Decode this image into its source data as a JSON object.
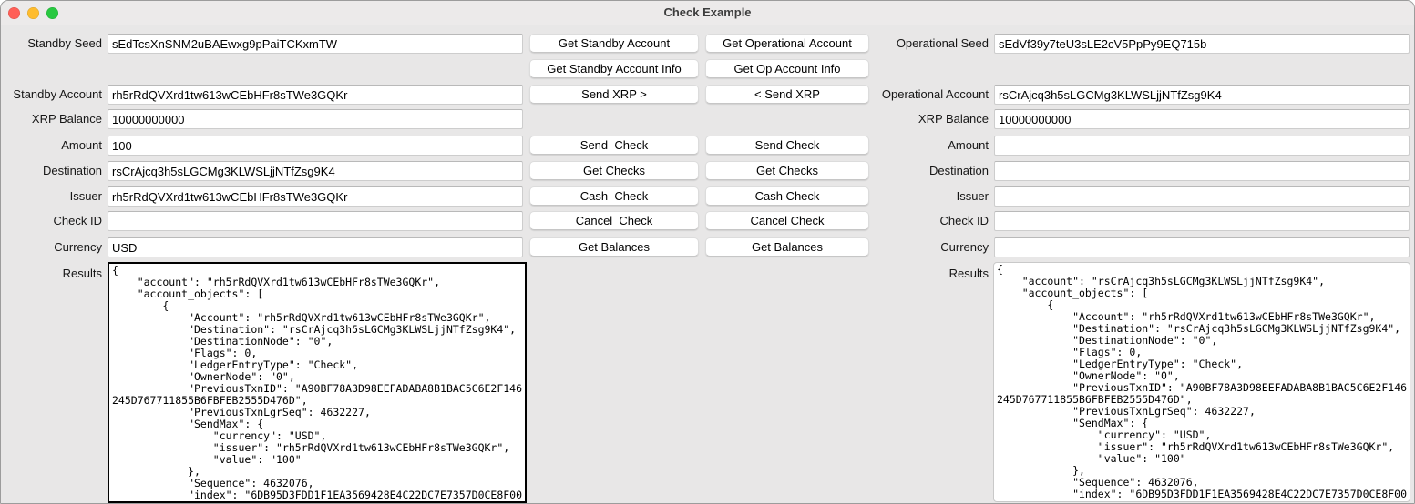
{
  "window": {
    "title": "Check Example"
  },
  "traffic_lights": {
    "close_color": "#ff5f57",
    "minimize_color": "#febc2e",
    "zoom_color": "#28c840"
  },
  "left": {
    "fields": [
      {
        "label": "Standby Seed",
        "value": "sEdTcsXnSNM2uBAEwxg9pPaiTCKxmTW"
      },
      {
        "label": "Standby Account",
        "value": "rh5rRdQVXrd1tw613wCEbHFr8sTWe3GQKr"
      },
      {
        "label": "XRP Balance",
        "value": "10000000000"
      },
      {
        "label": "Amount",
        "value": "100"
      },
      {
        "label": "Destination",
        "value": "rsCrAjcq3h5sLGCMg3KLWSLjjNTfZsg9K4"
      },
      {
        "label": "Issuer",
        "value": "rh5rRdQVXrd1tw613wCEbHFr8sTWe3GQKr"
      },
      {
        "label": "Check ID",
        "value": ""
      },
      {
        "label": "Currency",
        "value": "USD"
      }
    ],
    "results_label": "Results",
    "results_text": "{\n    \"account\": \"rh5rRdQVXrd1tw613wCEbHFr8sTWe3GQKr\",\n    \"account_objects\": [\n        {\n            \"Account\": \"rh5rRdQVXrd1tw613wCEbHFr8sTWe3GQKr\",\n            \"Destination\": \"rsCrAjcq3h5sLGCMg3KLWSLjjNTfZsg9K4\",\n            \"DestinationNode\": \"0\",\n            \"Flags\": 0,\n            \"LedgerEntryType\": \"Check\",\n            \"OwnerNode\": \"0\",\n            \"PreviousTxnID\": \"A90BF78A3D98EEFADABA8B1BAC5C6E2F146\n245D767711855B6FBFEB2555D476D\",\n            \"PreviousTxnLgrSeq\": 4632227,\n            \"SendMax\": {\n                \"currency\": \"USD\",\n                \"issuer\": \"rh5rRdQVXrd1tw613wCEbHFr8sTWe3GQKr\",\n                \"value\": \"100\"\n            },\n            \"Sequence\": 4632076,\n            \"index\": \"6DB95D3FDD1F1EA3569428E4C22DC7E7357D0CE8F00"
  },
  "right": {
    "fields": [
      {
        "label": "Operational Seed",
        "value": "sEdVf39y7teU3sLE2cV5PpPy9EQ715b"
      },
      {
        "label": "Operational Account",
        "value": "rsCrAjcq3h5sLGCMg3KLWSLjjNTfZsg9K4"
      },
      {
        "label": "XRP Balance",
        "value": "10000000000"
      },
      {
        "label": "Amount",
        "value": ""
      },
      {
        "label": "Destination",
        "value": ""
      },
      {
        "label": "Issuer",
        "value": ""
      },
      {
        "label": "Check ID",
        "value": ""
      },
      {
        "label": "Currency",
        "value": ""
      }
    ],
    "results_label": "Results",
    "results_text": "{\n    \"account\": \"rsCrAjcq3h5sLGCMg3KLWSLjjNTfZsg9K4\",\n    \"account_objects\": [\n        {\n            \"Account\": \"rh5rRdQVXrd1tw613wCEbHFr8sTWe3GQKr\",\n            \"Destination\": \"rsCrAjcq3h5sLGCMg3KLWSLjjNTfZsg9K4\",\n            \"DestinationNode\": \"0\",\n            \"Flags\": 0,\n            \"LedgerEntryType\": \"Check\",\n            \"OwnerNode\": \"0\",\n            \"PreviousTxnID\": \"A90BF78A3D98EEFADABA8B1BAC5C6E2F146\n245D767711855B6FBFEB2555D476D\",\n            \"PreviousTxnLgrSeq\": 4632227,\n            \"SendMax\": {\n                \"currency\": \"USD\",\n                \"issuer\": \"rh5rRdQVXrd1tw613wCEbHFr8sTWe3GQKr\",\n                \"value\": \"100\"\n            },\n            \"Sequence\": 4632076,\n            \"index\": \"6DB95D3FDD1F1EA3569428E4C22DC7E7357D0CE8F00"
  },
  "buttons": {
    "standby": [
      "Get Standby Account",
      "Get Standby Account Info",
      "Send XRP >",
      "Send  Check",
      "Get Checks",
      "Cash  Check",
      "Cancel  Check",
      "Get Balances"
    ],
    "operational": [
      "Get Operational Account",
      "Get Op Account Info",
      "< Send XRP",
      "Send Check",
      "Get Checks",
      "Cash Check",
      "Cancel Check",
      "Get Balances"
    ]
  }
}
